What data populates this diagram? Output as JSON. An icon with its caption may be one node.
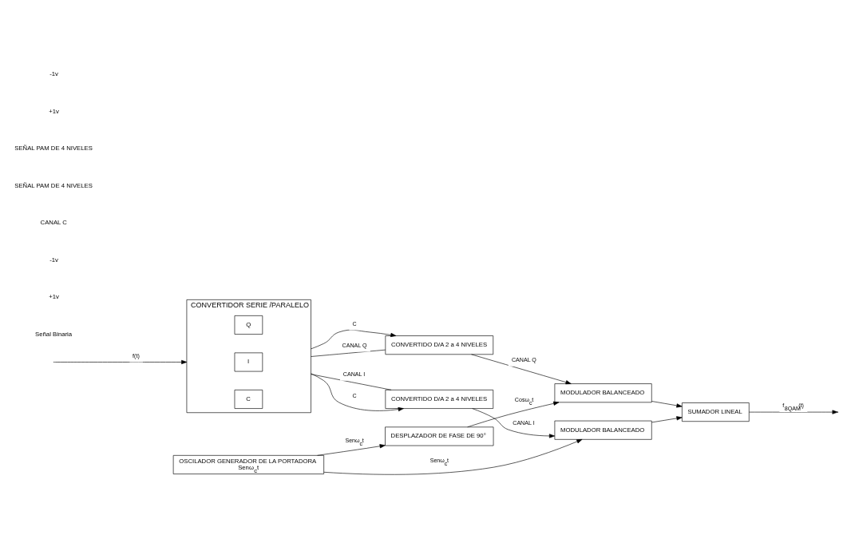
{
  "diagram": {
    "nodes": [
      {
        "text": [
          "CONVERTIDOR SERIE /PARALELO"
        ]
      },
      {
        "text": [
          "Q"
        ],
        "in": 0
      },
      {
        "text": [
          "I"
        ],
        "in": 0
      },
      {
        "text": [
          "C"
        ],
        "in": 0
      },
      {
        "text": [
          "CONVERTIDO D/A 2 a 4 NIVELES"
        ]
      },
      {
        "text": [
          "CONVERTIDO D/A 2 a 4 NIVELES"
        ]
      },
      {
        "text": [
          "MODULADOR BALANCEADO"
        ]
      },
      {
        "text": [
          "OSCILADOR GENERADOR DE LA PORTADORA",
          "Senω$_{c}$t"
        ]
      },
      {
        "text": [
          "DESPLAZADOR DE FASE DE 90°"
        ]
      },
      {
        "text": [
          "MODULADOR BALANCEADO"
        ]
      },
      {
        "text": [
          "SUMADOR LINEAL"
        ]
      }
    ],
    "edges": [
      {
        "from": null,
        "to": 0,
        "arrow": "to",
        "label": "f(t)"
      },
      {
        "from": 0,
        "to": 4,
        "arrow": "none",
        "label": "CANAL I"
      },
      {
        "from": 0,
        "to": 4,
        "arrow": "to",
        "label": "C"
      },
      {
        "from": 0,
        "to": 5,
        "arrow": "to",
        "label": "C"
      },
      {
        "from": 0,
        "to": 5,
        "arrow": "none",
        "label": "CANAL Q"
      },
      {
        "from": 4,
        "to": 6,
        "arrow": "to",
        "label": "CANAL I"
      },
      {
        "from": 7,
        "to": 6,
        "arrow": "to",
        "label": "Senω$_{c}$t"
      },
      {
        "from": 7,
        "to": 8,
        "arrow": "to",
        "label": "Senω$_{c}$t"
      },
      {
        "from": 8,
        "to": 9,
        "arrow": "to",
        "label": "Cosω$_{c}$t"
      },
      {
        "from": 5,
        "to": 9,
        "arrow": "to",
        "label": "CANAL Q"
      },
      {
        "from": 6,
        "to": 10,
        "arrow": "to"
      },
      {
        "from": 9,
        "to": 10,
        "arrow": "to"
      },
      {
        "from": 10,
        "to": null,
        "arrow": "to",
        "label": "f$_{8QAM}$(t)"
      }
    ],
    "labels": [
      "Señal Binaria",
      "+1v",
      "-1v",
      "CANAL C",
      "SEÑAL PAM DE 4 NIVELES",
      "SEÑAL PAM DE 4 NIVELES",
      "+1v",
      "-1v"
    ]
  }
}
